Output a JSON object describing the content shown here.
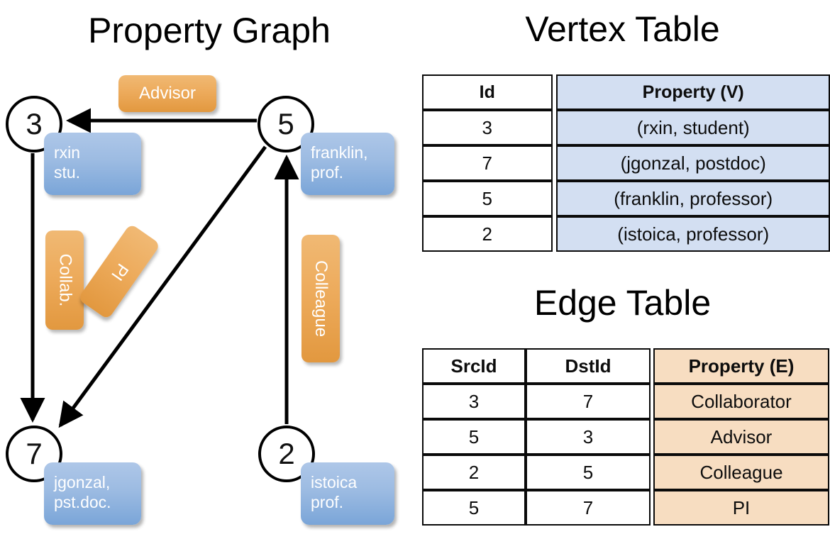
{
  "titles": {
    "property_graph": "Property Graph",
    "vertex_table": "Vertex Table",
    "edge_table": "Edge Table"
  },
  "graph": {
    "nodes": [
      {
        "id": "3",
        "label_line1": "rxin",
        "label_line2": "stu."
      },
      {
        "id": "5",
        "label_line1": "franklin,",
        "label_line2": "prof."
      },
      {
        "id": "7",
        "label_line1": "jgonzal,",
        "label_line2": "pst.doc."
      },
      {
        "id": "2",
        "label_line1": "istoica",
        "label_line2": "prof."
      }
    ],
    "edge_labels": [
      {
        "text": "Advisor",
        "orientation": "horizontal"
      },
      {
        "text": "Collab.",
        "orientation": "vertical"
      },
      {
        "text": "PI",
        "orientation": "rotated"
      },
      {
        "text": "Colleague",
        "orientation": "vertical"
      }
    ]
  },
  "vertex_table": {
    "headers": [
      "Id",
      "Property (V)"
    ],
    "rows": [
      {
        "id": "3",
        "property": "(rxin, student)"
      },
      {
        "id": "7",
        "property": "(jgonzal, postdoc)"
      },
      {
        "id": "5",
        "property": "(franklin, professor)"
      },
      {
        "id": "2",
        "property": "(istoica, professor)"
      }
    ]
  },
  "edge_table": {
    "headers": [
      "SrcId",
      "DstId",
      "Property (E)"
    ],
    "rows": [
      {
        "src": "3",
        "dst": "7",
        "property": "Collaborator"
      },
      {
        "src": "5",
        "dst": "3",
        "property": "Advisor"
      },
      {
        "src": "2",
        "dst": "5",
        "property": "Colleague"
      },
      {
        "src": "5",
        "dst": "7",
        "property": "PI"
      }
    ]
  },
  "colors": {
    "vertex_fill": "#d3dff2",
    "edge_fill": "#f7ddc1",
    "node_box_blue": "#9cbbe2",
    "edge_label_orange": "#edab5c",
    "stroke": "#000000"
  }
}
